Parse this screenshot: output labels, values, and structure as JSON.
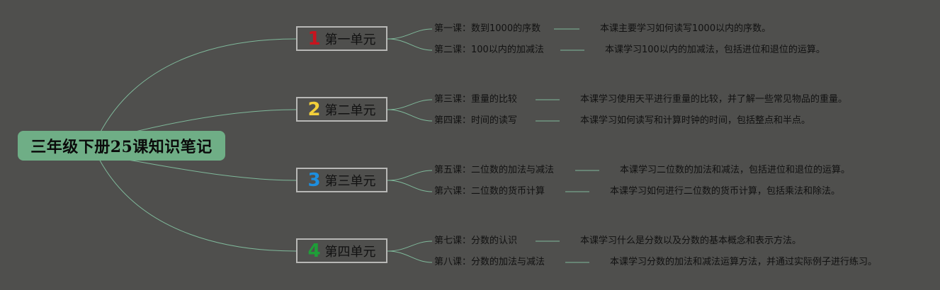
{
  "root": {
    "title": "三年级下册25课知识笔记"
  },
  "colors": {
    "background": "#4f4f4d",
    "root_fill": "#6fae86",
    "connector": "#7fb89a",
    "unit_border": "#b8b8b6"
  },
  "units": [
    {
      "number": "1",
      "number_color": "#c8141e",
      "label": "第一单元",
      "lessons": [
        {
          "title": "第一课：数到1000的序数",
          "description": "本课主要学习如何读写1000以内的序数。"
        },
        {
          "title": "第二课：100以内的加减法",
          "description": "本课学习100以内的加减法，包括进位和退位的运算。"
        }
      ]
    },
    {
      "number": "2",
      "number_color": "#f2cf3a",
      "label": "第二单元",
      "lessons": [
        {
          "title": "第三课：重量的比较",
          "description": "本课学习使用天平进行重量的比较，并了解一些常见物品的重量。"
        },
        {
          "title": "第四课：时间的读写",
          "description": "本课学习如何读写和计算时钟的时间，包括整点和半点。"
        }
      ]
    },
    {
      "number": "3",
      "number_color": "#1d8fe0",
      "label": "第三单元",
      "lessons": [
        {
          "title": "第五课：二位数的加法与减法",
          "description": "本课学习二位数的加法和减法，包括进位和退位的运算。"
        },
        {
          "title": "第六课：二位数的货币计算",
          "description": "本课学习如何进行二位数的货币计算，包括乘法和除法。"
        }
      ]
    },
    {
      "number": "4",
      "number_color": "#1f9e38",
      "label": "第四单元",
      "lessons": [
        {
          "title": "第七课：分数的认识",
          "description": "本课学习什么是分数以及分数的基本概念和表示方法。"
        },
        {
          "title": "第八课：分数的加法与减法",
          "description": "本课学习分数的加法和减法运算方法，并通过实际例子进行练习。"
        }
      ]
    }
  ]
}
